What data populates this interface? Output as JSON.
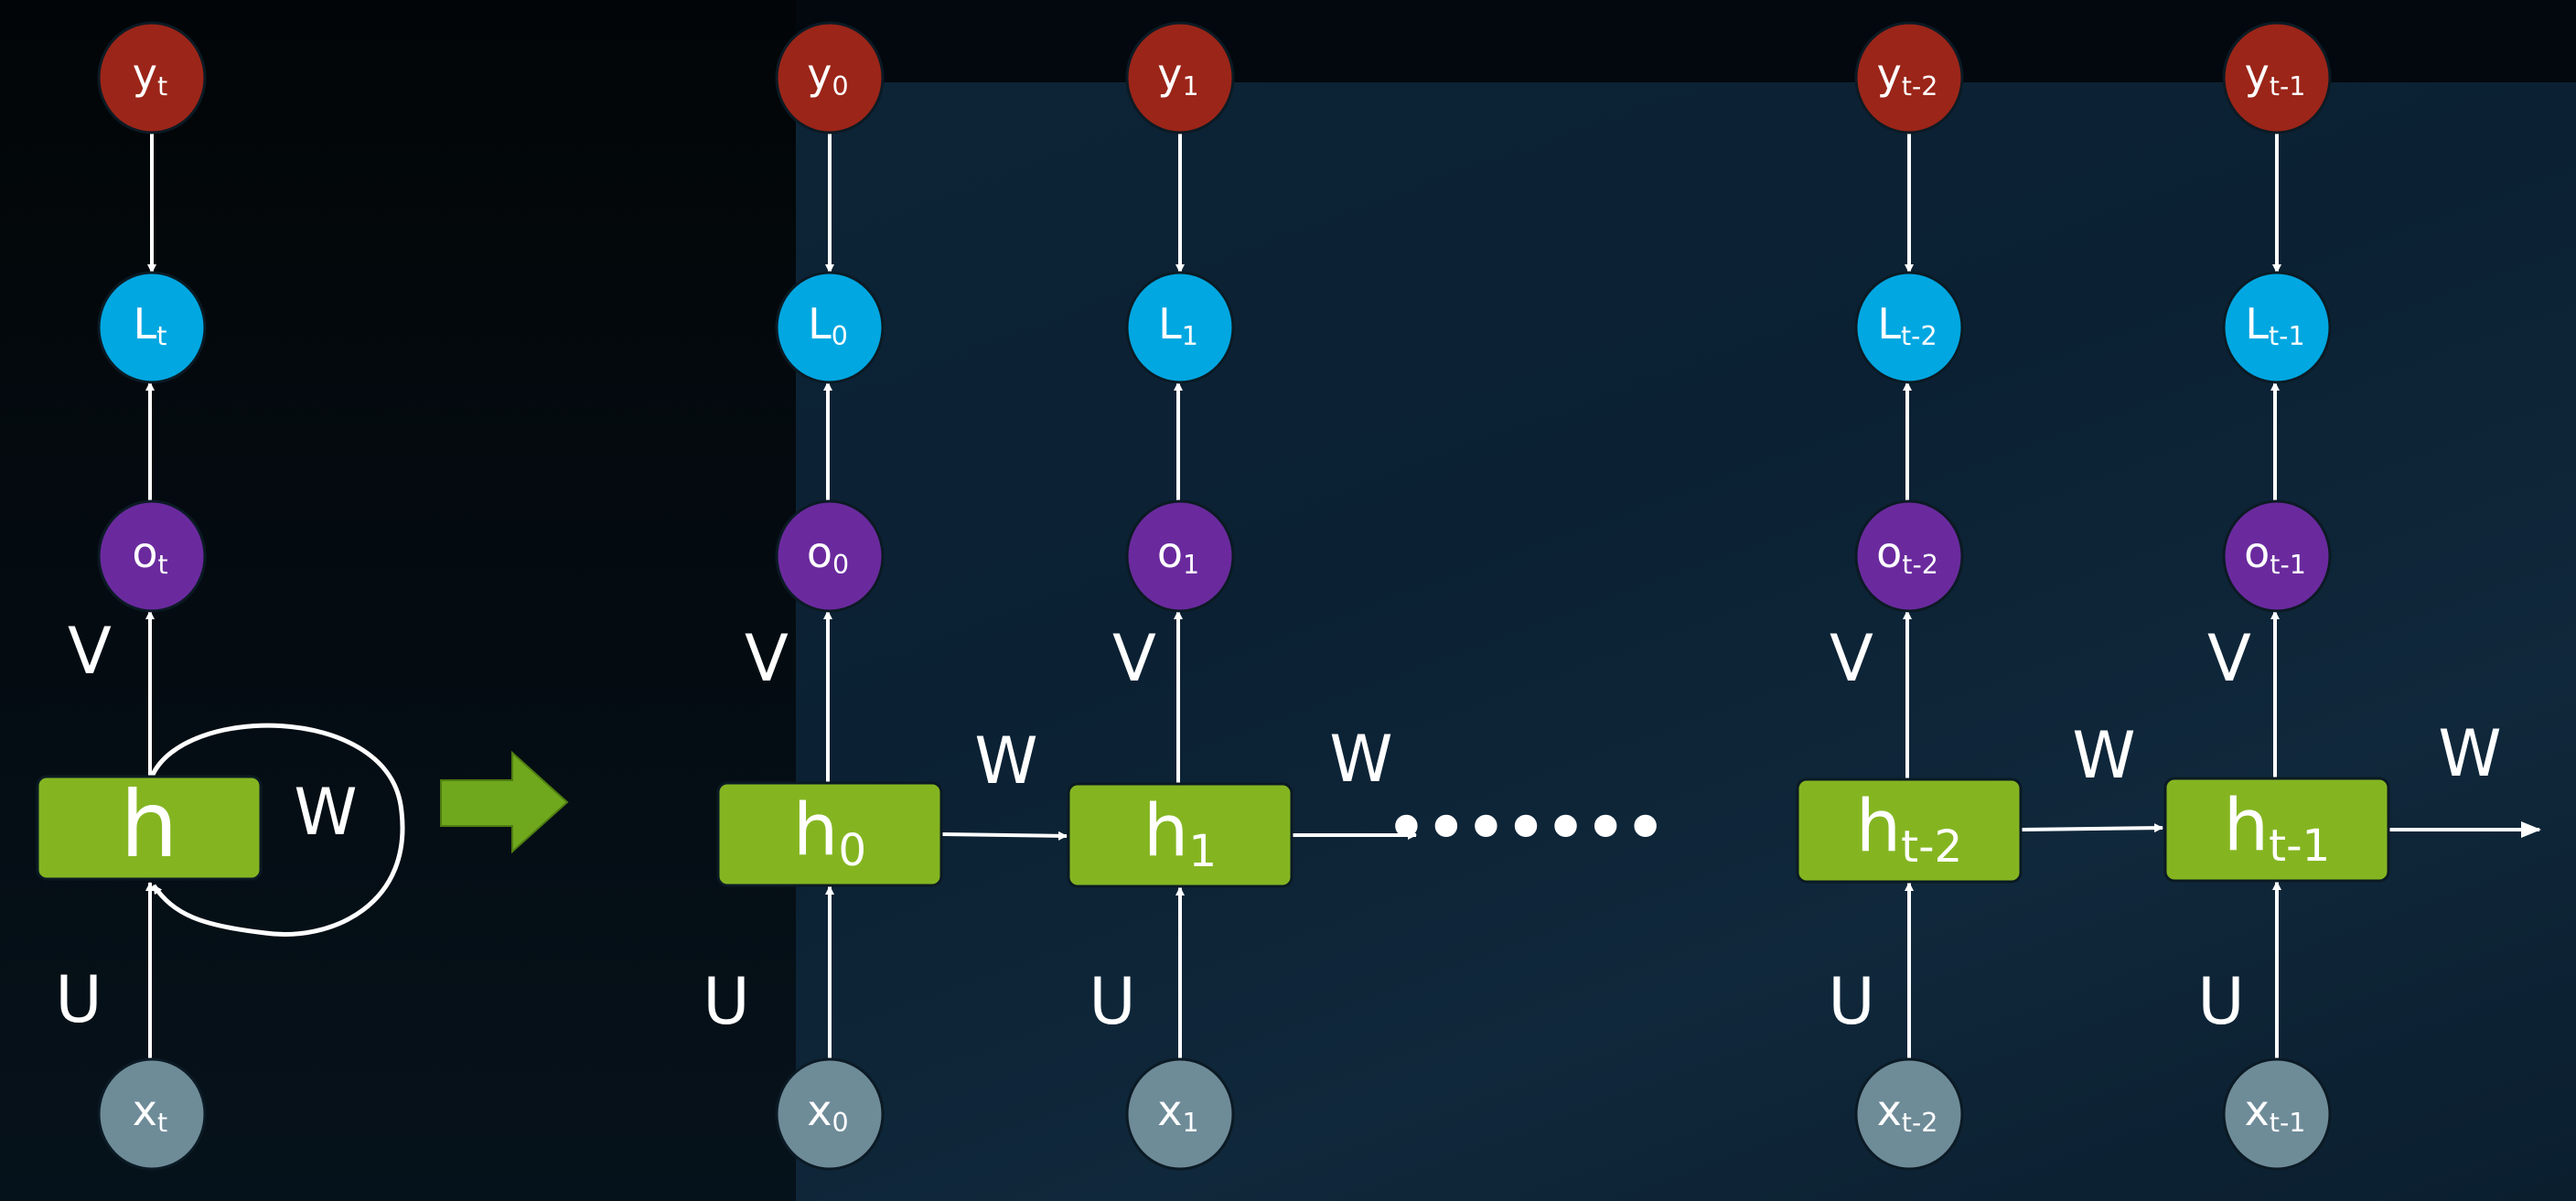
{
  "colors": {
    "y": "#9b2518",
    "L": "#00a7e1",
    "o": "#6a2a9e",
    "h": "#84b521",
    "x": "#6e8b98",
    "arrow": "#ffffff",
    "transform_arrow": "#6fa81d"
  },
  "folded": {
    "y": {
      "base": "y",
      "sub": "t"
    },
    "L": {
      "base": "L",
      "sub": "t"
    },
    "o": {
      "base": "o",
      "sub": "t"
    },
    "h": {
      "base": "h",
      "sub": ""
    },
    "x": {
      "base": "x",
      "sub": "t"
    },
    "V": "V",
    "U": "U",
    "W": "W"
  },
  "unfolded_steps": [
    {
      "sub": "0"
    },
    {
      "sub": "1"
    },
    {
      "sub": "t-2"
    },
    {
      "sub": "t-1"
    }
  ],
  "unfolded_bases": {
    "y": "y",
    "L": "L",
    "o": "o",
    "h": "h",
    "x": "x"
  },
  "weight_labels": {
    "V": "V",
    "U": "U",
    "W": "W"
  },
  "ellipsis": "•••••••"
}
